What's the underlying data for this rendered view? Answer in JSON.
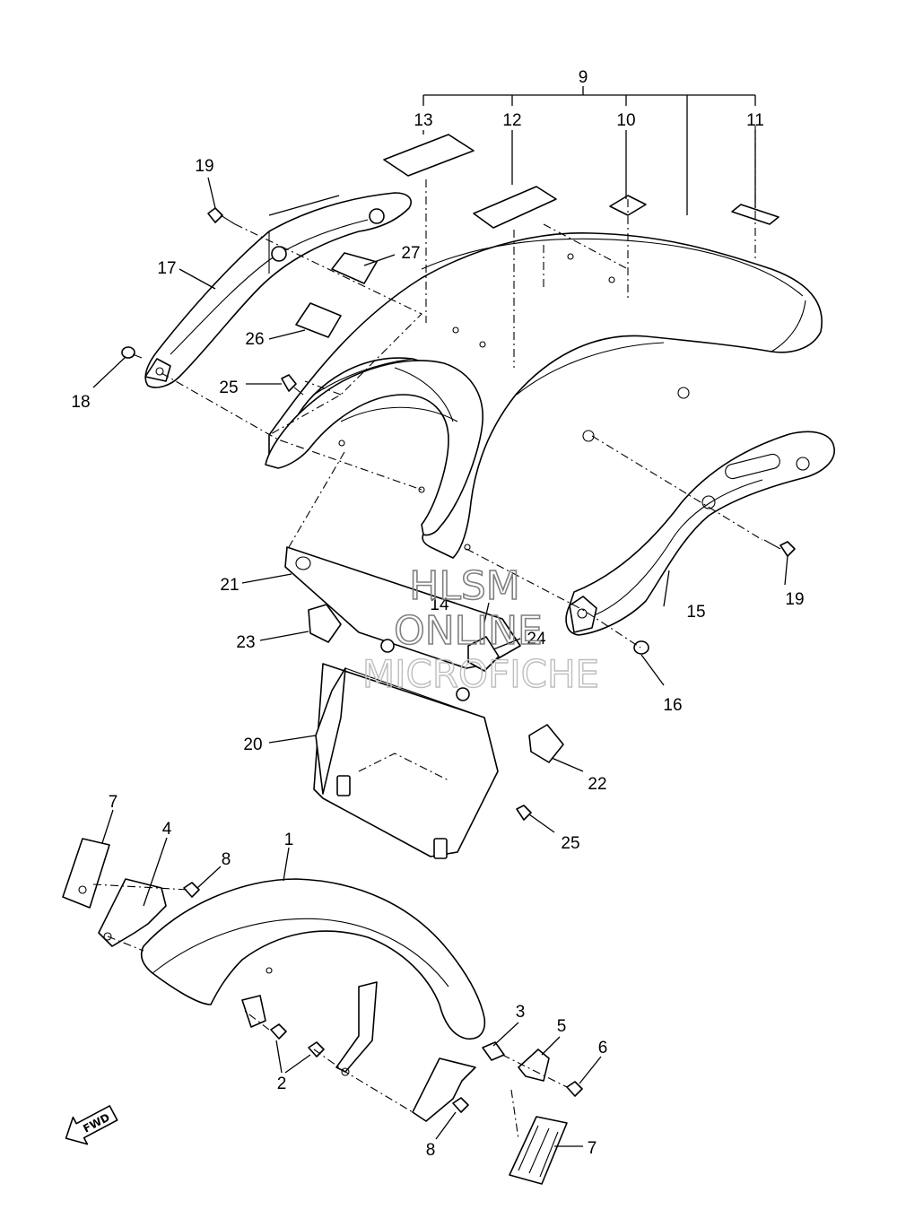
{
  "callouts": {
    "c1": "1",
    "c2": "2",
    "c3": "3",
    "c4": "4",
    "c5": "5",
    "c6": "6",
    "c7a": "7",
    "c7b": "7",
    "c8a": "8",
    "c8b": "8",
    "c9": "9",
    "c10": "10",
    "c11": "11",
    "c12": "12",
    "c13": "13",
    "c14": "14",
    "c15": "15",
    "c16": "16",
    "c17": "17",
    "c18": "18",
    "c19a": "19",
    "c19b": "19",
    "c20": "20",
    "c21": "21",
    "c22": "22",
    "c23": "23",
    "c24": "24",
    "c25a": "25",
    "c25b": "25",
    "c26": "26",
    "c27": "27"
  },
  "watermark": {
    "line1": "HLSM",
    "line2": "ONLINE",
    "line3": "MICROFICHE"
  },
  "direction_marker": "FWD"
}
